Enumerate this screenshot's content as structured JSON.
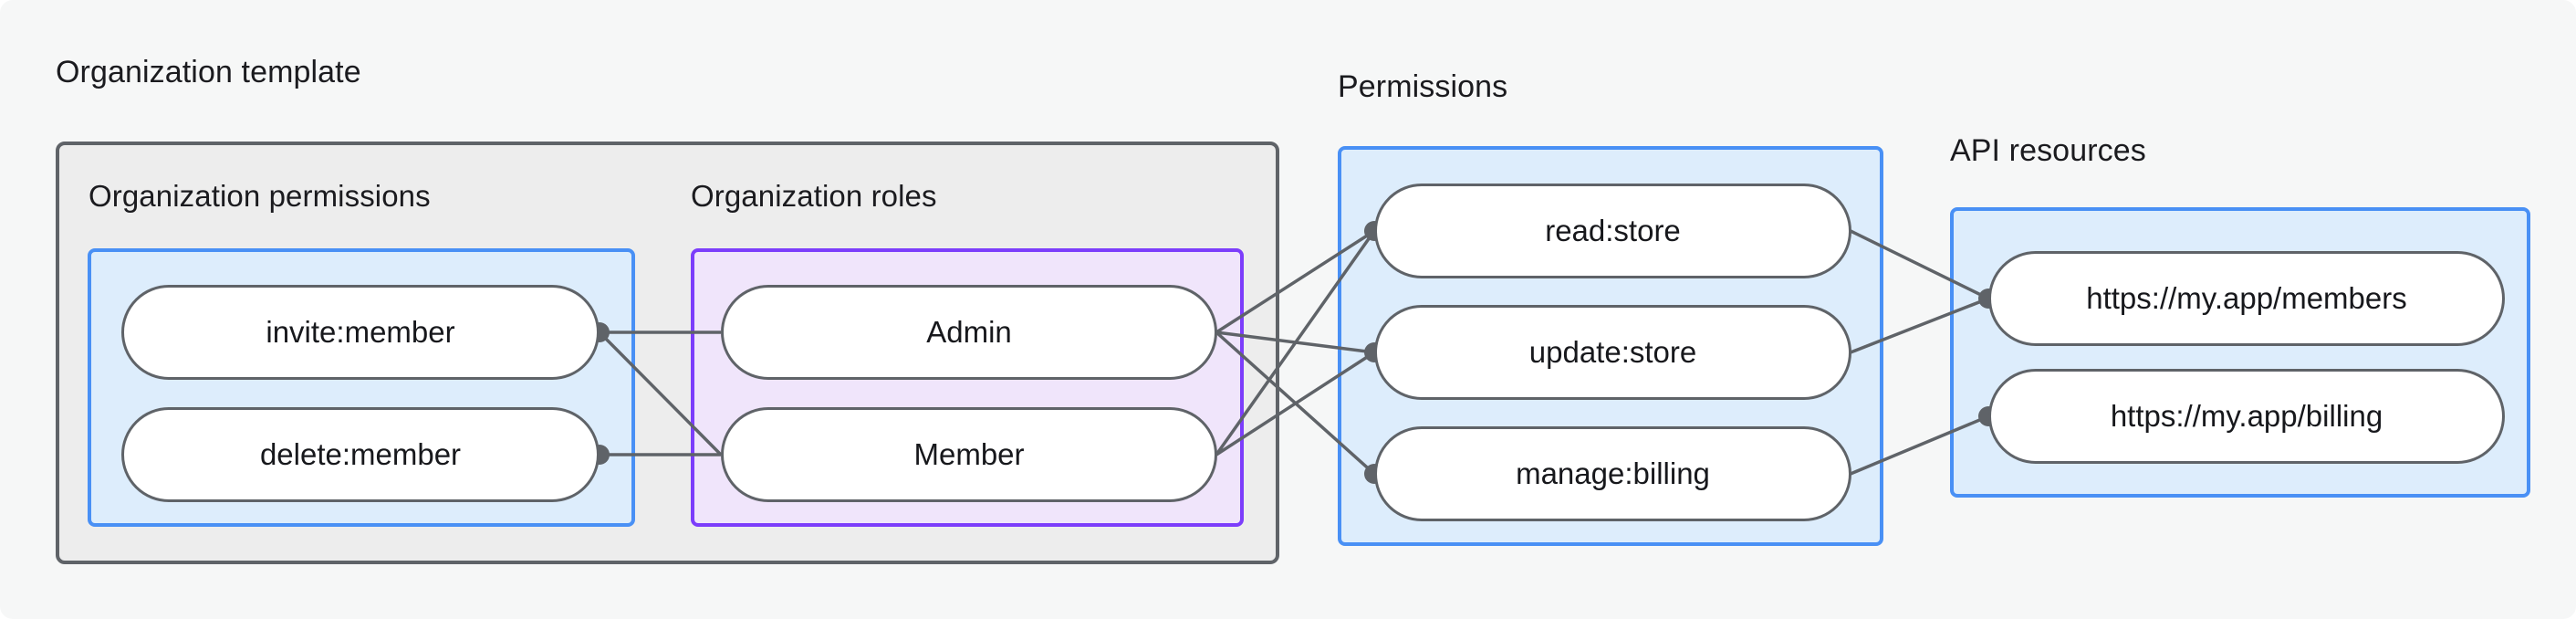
{
  "diagram": {
    "title_groups": [
      {
        "key": "org_template",
        "label": "Organization template"
      },
      {
        "key": "permissions",
        "label": "Permissions"
      },
      {
        "key": "api_resources",
        "label": "API resources"
      }
    ],
    "org_template": {
      "label": "Organization template",
      "org_permissions": {
        "label": "Organization permissions",
        "items": [
          "invite:member",
          "delete:member"
        ]
      },
      "org_roles": {
        "label": "Organization roles",
        "items": [
          "Admin",
          "Member"
        ]
      }
    },
    "permissions": {
      "label": "Permissions",
      "items": [
        "read:store",
        "update:store",
        "manage:billing"
      ]
    },
    "api_resources": {
      "label": "API resources",
      "items": [
        "https://my.app/members",
        "https://my.app/billing"
      ]
    },
    "connections": [
      {
        "from": "invite:member",
        "to": "Admin"
      },
      {
        "from": "invite:member",
        "to": "Member"
      },
      {
        "from": "delete:member",
        "to": "Member"
      },
      {
        "from": "Admin",
        "to": "read:store"
      },
      {
        "from": "Admin",
        "to": "update:store"
      },
      {
        "from": "Admin",
        "to": "manage:billing"
      },
      {
        "from": "Member",
        "to": "read:store"
      },
      {
        "from": "Member",
        "to": "update:store"
      },
      {
        "from": "read:store",
        "to": "https://my.app/members"
      },
      {
        "from": "update:store",
        "to": "https://my.app/members"
      },
      {
        "from": "manage:billing",
        "to": "https://my.app/billing"
      }
    ],
    "colors": {
      "canvas_bg": "#f6f7f7",
      "template_bg": "#ededed",
      "template_border": "#5f6368",
      "blue_bg": "#ddedfc",
      "blue_border": "#4990f5",
      "purple_bg": "#f0e5fb",
      "purple_border": "#7c3dfb",
      "pill_bg": "#ffffff",
      "pill_border": "#5f6368",
      "edge": "#5f6368",
      "text": "#17181c"
    }
  }
}
